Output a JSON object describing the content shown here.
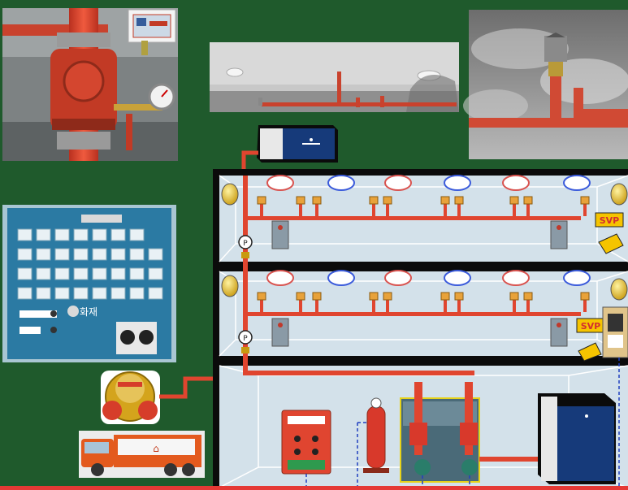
{
  "colors": {
    "background": "#1f5a2c",
    "pipe": "#e0452f",
    "building_wall": "#0b0b0b",
    "room_fill": "#d3e1ea",
    "sign_yellow": "#f5c400",
    "tank_blue": "#163a7a"
  },
  "labels": {
    "svp_upper": "SVP",
    "svp_lower": "SVP",
    "fire_panel_button": "화재"
  },
  "icons": {
    "alarm_valve": "alarm-valve-photo",
    "smoke_detector": "smoke-detector-icon",
    "heat_detector": "heat-detector-icon",
    "sprinkler_head": "sprinkler-head-icon",
    "pressure_gauge": "pressure-gauge-icon",
    "fire_bell": "fire-bell-icon",
    "siamese_connection": "fire-department-connection-icon",
    "fire_truck": "fire-truck-icon",
    "pump": "fire-pump-icon",
    "pressure_tank": "pressure-tank-icon",
    "water_tank": "water-tank-icon"
  }
}
